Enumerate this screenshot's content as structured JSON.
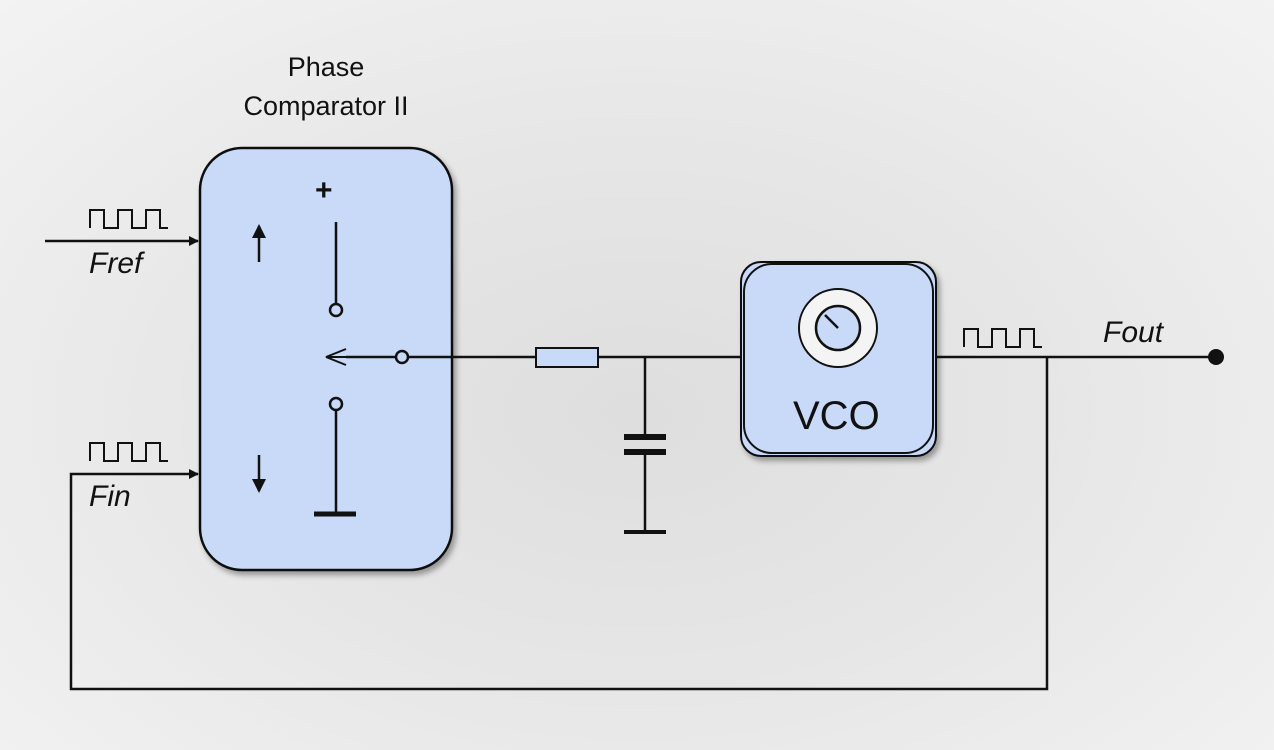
{
  "comparator": {
    "title_line1": "Phase",
    "title_line2": "Comparator II",
    "plus_symbol": "+"
  },
  "signals": {
    "fref": "Fref",
    "fin": "Fin",
    "fout": "Fout"
  },
  "vco": {
    "label": "VCO",
    "icon": "dial-knob-icon"
  },
  "colors": {
    "block_fill": "#c9daf8",
    "line": "#111111",
    "background": "#e6e6e6"
  }
}
